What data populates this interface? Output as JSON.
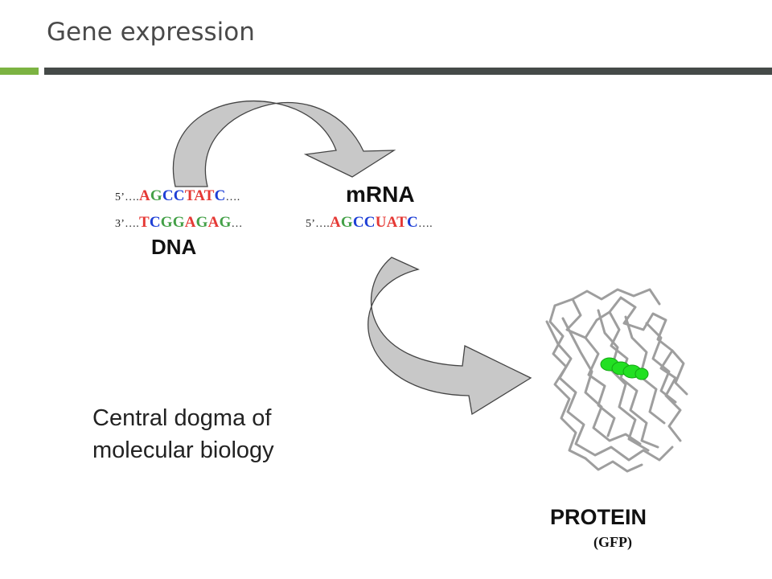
{
  "slide": {
    "title": "Gene expression",
    "caption_line1": "Central dogma of",
    "caption_line2": "molecular biology"
  },
  "dna": {
    "label": "DNA",
    "strand1": {
      "prefix": "5’",
      "dots_before": "….",
      "bases": [
        "A",
        "G",
        "C",
        "C",
        "T",
        "A",
        "T",
        "C"
      ],
      "dots_after": "…."
    },
    "strand2": {
      "prefix": "3’",
      "dots_before": "….",
      "bases": [
        "T",
        "C",
        "G",
        "G",
        "A",
        "G",
        "A",
        "G"
      ],
      "dots_after": "…"
    }
  },
  "mrna": {
    "label": "mRNA",
    "strand": {
      "prefix": "5’",
      "dots_before": "….",
      "bases": [
        "A",
        "G",
        "C",
        "C",
        "U",
        "A",
        "T",
        "C"
      ],
      "dots_after": "…."
    }
  },
  "protein": {
    "label": "PROTEIN",
    "sublabel": "(GFP)"
  },
  "colors": {
    "accent_green": "#7cb342",
    "bar_dark": "#454a48",
    "base_red": "#e53935",
    "base_green": "#43a047",
    "base_blue": "#1e3fd6",
    "arrow_fill": "#c8c8c8",
    "protein_backbone": "#9e9e9e",
    "chromophore": "#22e022"
  }
}
